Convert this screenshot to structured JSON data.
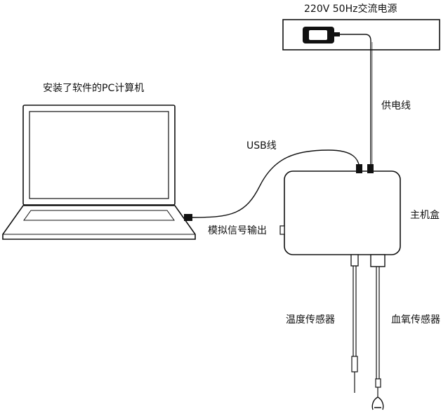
{
  "labels": {
    "power_source": "220V 50Hz交流电源",
    "pc": "安装了软件的PC计算机",
    "power_cable": "供电线",
    "usb_cable": "USB线",
    "main_box": "主机盒",
    "analog_output": "模拟信号输出",
    "temp_sensor": "温度传感器",
    "spo2_sensor": "血氧传感器"
  }
}
